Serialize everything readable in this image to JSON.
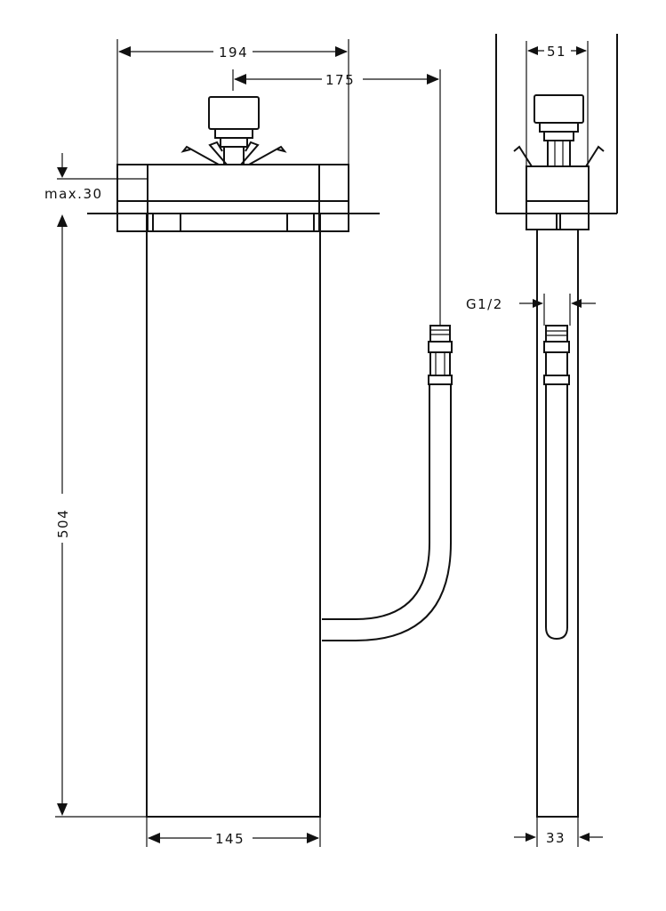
{
  "title": "Installation dimension drawing",
  "dimensions": {
    "overall_width": "194",
    "hose_offset": "175",
    "max_depth": "max.30",
    "height": "504",
    "body_width": "145",
    "side_width": "51",
    "connection": "G1/2",
    "side_depth": "33"
  }
}
